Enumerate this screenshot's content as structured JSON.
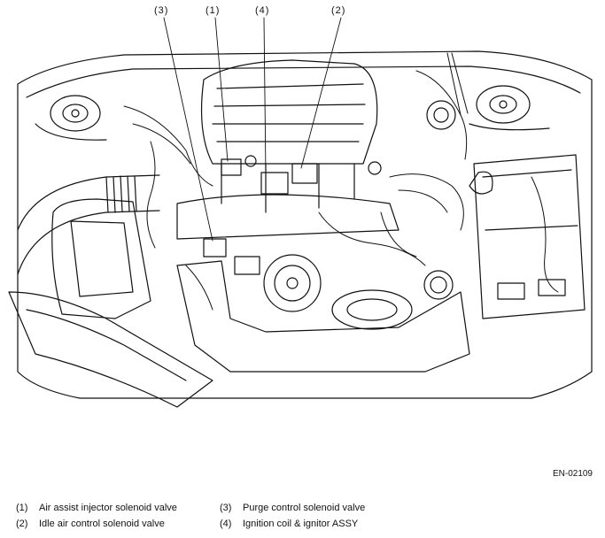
{
  "callouts": [
    "(3)",
    "(1)",
    "(4)",
    "(2)"
  ],
  "figure_code": "EN-02109",
  "legend": [
    {
      "num": "(1)",
      "text": "Air assist injector solenoid valve"
    },
    {
      "num": "(2)",
      "text": "Idle air control solenoid valve"
    },
    {
      "num": "(3)",
      "text": "Purge control solenoid valve"
    },
    {
      "num": "(4)",
      "text": "Ignition coil & ignitor ASSY"
    }
  ]
}
